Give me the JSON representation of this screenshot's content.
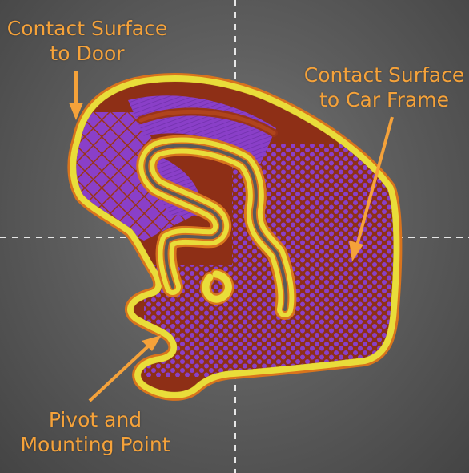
{
  "labels": {
    "door": {
      "line1": "Contact Surface",
      "line2": "to Door"
    },
    "frame": {
      "line1": "Contact Surface",
      "line2": "to Car Frame"
    },
    "pivot": {
      "line1": "Pivot and",
      "line2": "Mounting Point"
    }
  },
  "colors": {
    "background": "#5f5f5f",
    "annotation": "#f5a23a",
    "perimeter_yellow": "#e9dd3a",
    "perimeter_orange": "#d9741d",
    "infill_red": "#8e2f16",
    "purple_fill": "#8a3fc8",
    "guide_line": "#ffffff"
  }
}
